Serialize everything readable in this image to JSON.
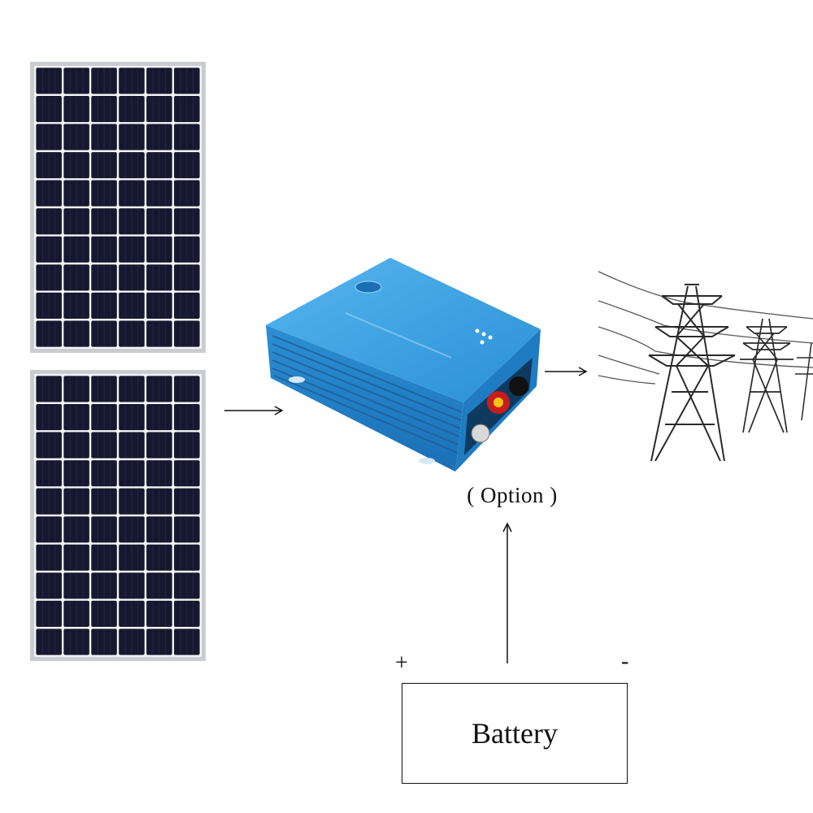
{
  "diagram": {
    "components": {
      "solar_panels": {
        "count": 2,
        "icon": "solar-panel-icon"
      },
      "inverter": {
        "icon": "grid-tie-inverter-icon",
        "color": "#2a8fd6"
      },
      "grid": {
        "icon": "power-transmission-tower-icon"
      }
    },
    "labels": {
      "option": "( Option )",
      "plus": "+",
      "minus": "-",
      "battery": "Battery"
    },
    "colors": {
      "panel_cell": "#15182e",
      "panel_frame": "#c9ccd1",
      "line": "#111111"
    }
  }
}
